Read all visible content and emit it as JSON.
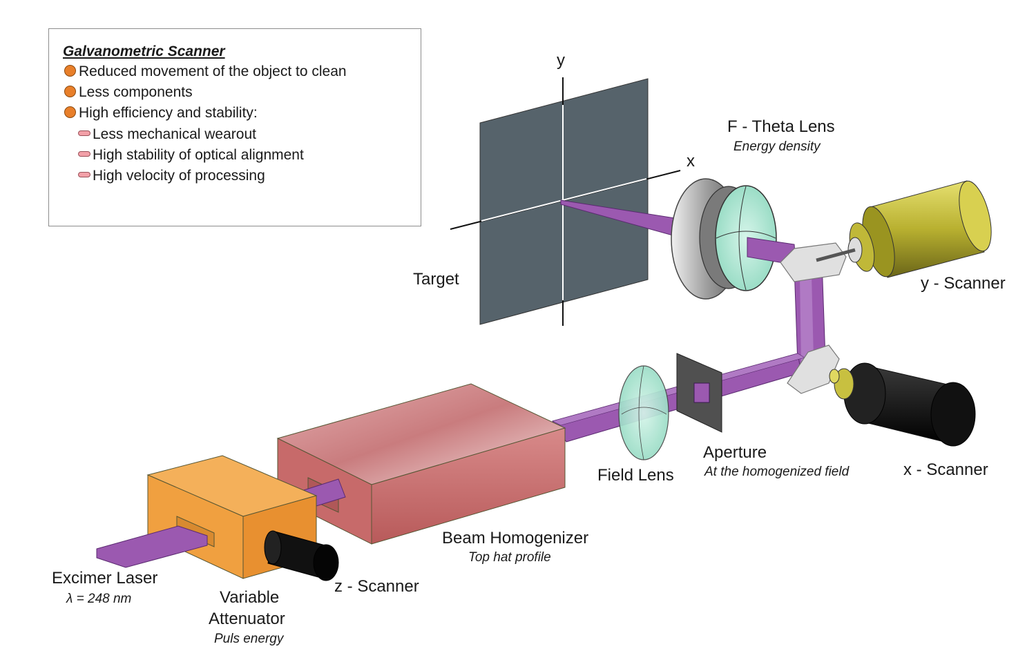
{
  "legend": {
    "title": "Galvanometric Scanner",
    "items": [
      {
        "text": "Reduced movement of the object to clean",
        "level": 1
      },
      {
        "text": "Less components",
        "level": 1
      },
      {
        "text": "High efficiency and stability:",
        "level": 1
      },
      {
        "text": "Less mechanical wearout",
        "level": 2
      },
      {
        "text": "High stability of optical alignment",
        "level": 2
      },
      {
        "text": "High velocity of processing",
        "level": 2
      }
    ]
  },
  "axes": {
    "x": "x",
    "y": "y"
  },
  "components": {
    "target": {
      "label": "Target"
    },
    "ftheta": {
      "label": "F - Theta Lens",
      "sub": "Energy density"
    },
    "yscanner": {
      "label": "y - Scanner"
    },
    "xscanner": {
      "label": "x - Scanner"
    },
    "aperture": {
      "label": "Aperture",
      "sub": "At the homogenized field"
    },
    "fieldlens": {
      "label": "Field Lens"
    },
    "homogenizer": {
      "label": "Beam Homogenizer",
      "sub": "Top hat profile"
    },
    "zscanner": {
      "label": "z - Scanner"
    },
    "laser": {
      "label": "Excimer Laser",
      "sub": "λ = 248 nm"
    },
    "attenuator": {
      "label_line1": "Variable",
      "label_line2": "Attenuator",
      "sub": "Puls energy"
    }
  },
  "colors": {
    "beam": "#9b59b0",
    "target": "#5a6770",
    "homogenizer": "#c06060",
    "attenuator": "#f0a040",
    "lens": "#a8e6d0",
    "scanner_y": "#c8c040",
    "scanner_x": "#1a1a1a",
    "legend_bullet": "#e87f2a",
    "legend_subbullet": "#f2a0a8"
  }
}
